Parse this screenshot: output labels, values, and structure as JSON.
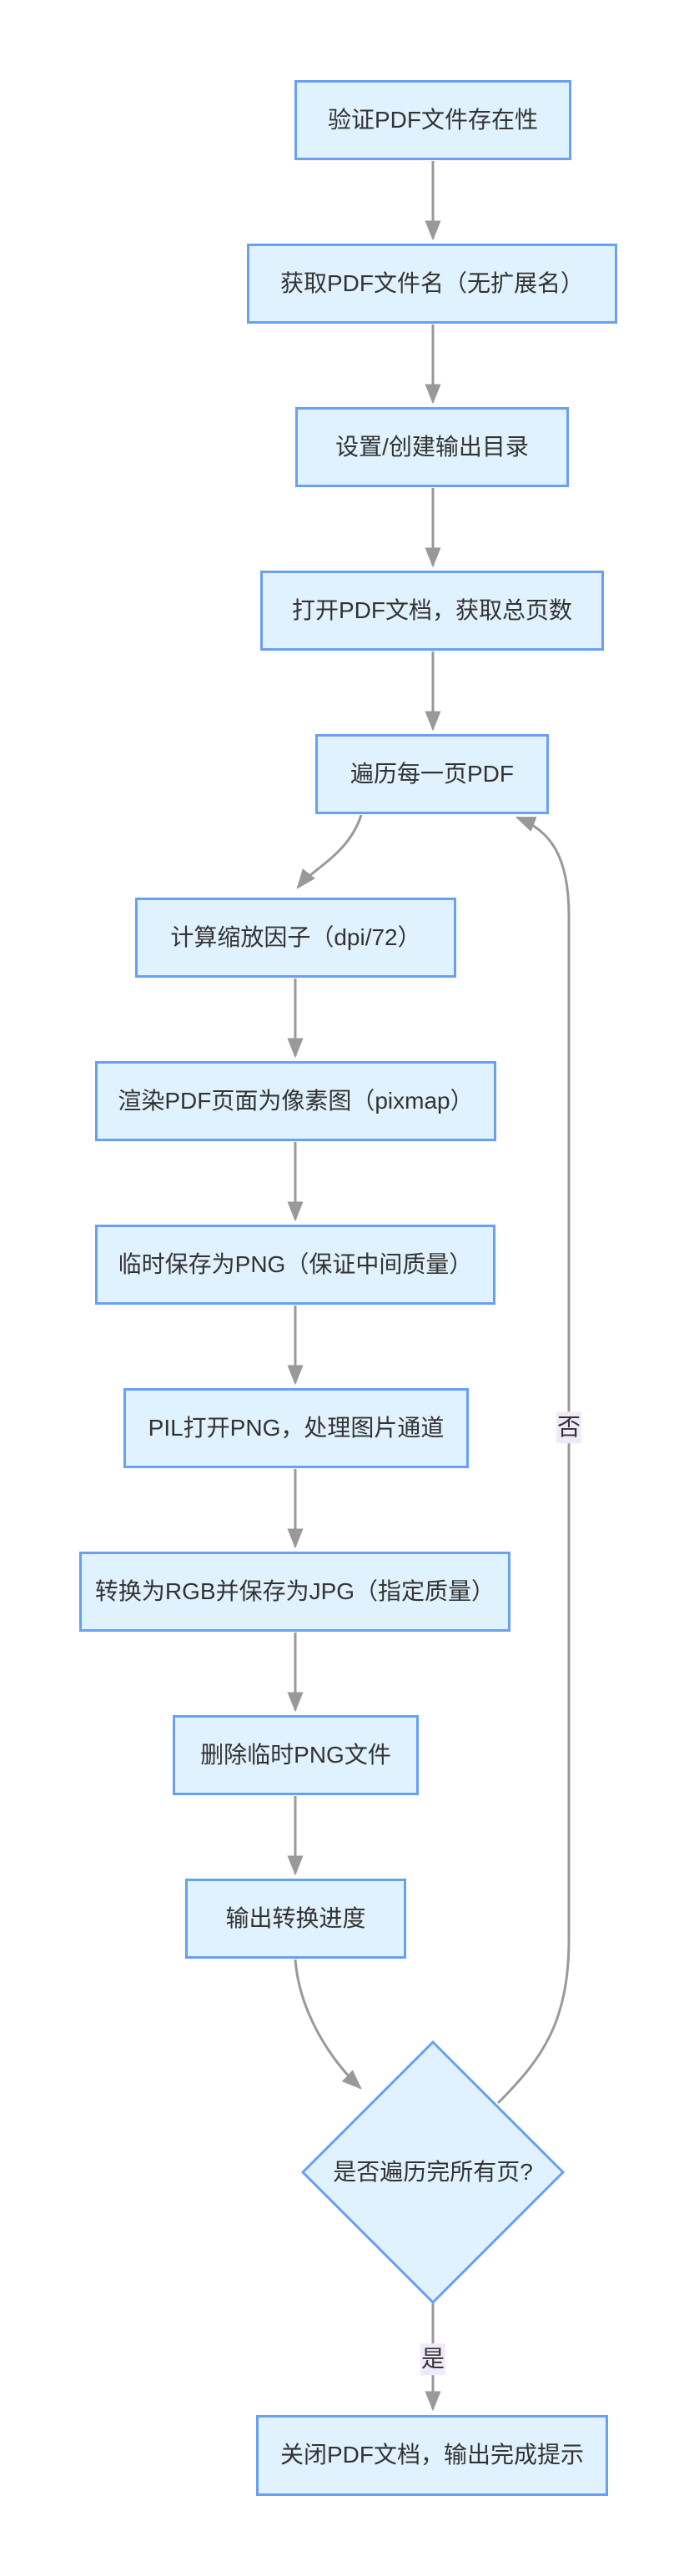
{
  "diagram": {
    "type": "flowchart",
    "direction": "top-down",
    "colors": {
      "background": "#ffffff",
      "node_fill": "#e0f2fd",
      "node_border": "#68a0f2",
      "edge": "#999999",
      "text": "#333333",
      "edge_label_bg": "#f0e9fa"
    },
    "nodes": [
      {
        "id": "A",
        "shape": "rect",
        "label": "验证PDF文件存在性"
      },
      {
        "id": "B",
        "shape": "rect",
        "label": "获取PDF文件名（无扩展名）"
      },
      {
        "id": "C",
        "shape": "rect",
        "label": "设置/创建输出目录"
      },
      {
        "id": "D",
        "shape": "rect",
        "label": "打开PDF文档，获取总页数"
      },
      {
        "id": "E",
        "shape": "rect",
        "label": "遍历每一页PDF"
      },
      {
        "id": "F",
        "shape": "rect",
        "label": "计算缩放因子（dpi/72）"
      },
      {
        "id": "G",
        "shape": "rect",
        "label": "渲染PDF页面为像素图（pixmap）"
      },
      {
        "id": "H",
        "shape": "rect",
        "label": "临时保存为PNG（保证中间质量）"
      },
      {
        "id": "I",
        "shape": "rect",
        "label": "PIL打开PNG，处理图片通道"
      },
      {
        "id": "J",
        "shape": "rect",
        "label": "转换为RGB并保存为JPG（指定质量）"
      },
      {
        "id": "K",
        "shape": "rect",
        "label": "删除临时PNG文件"
      },
      {
        "id": "L",
        "shape": "rect",
        "label": "输出转换进度"
      },
      {
        "id": "M",
        "shape": "diamond",
        "label": "是否遍历完所有页?"
      },
      {
        "id": "N",
        "shape": "rect",
        "label": "关闭PDF文档，输出完成提示"
      }
    ],
    "edge_labels": {
      "no": "否",
      "yes": "是"
    }
  }
}
